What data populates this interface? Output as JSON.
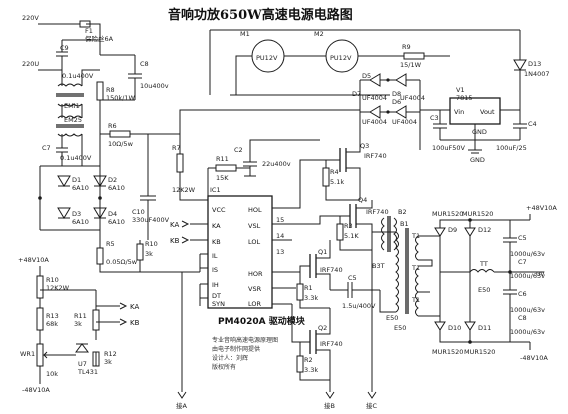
{
  "title": "音响功放650W高速电源电路图",
  "module_label": "PM4020A 驱动模块",
  "ic_label": "IC1",
  "ic_pins_left": [
    "VCC",
    "KA",
    "KB",
    "IL",
    "IS",
    "IH",
    "DT",
    "SYN"
  ],
  "ic_pins_right": [
    "HOL",
    "VSL",
    "LOL",
    "HOR",
    "VSR",
    "LOR"
  ],
  "pin_numbers": [
    "15",
    "14",
    "13"
  ],
  "labels": {
    "v220_top": "220V",
    "v220_mid": "220U",
    "f1": "F1",
    "f1_val": "保险丝6A",
    "c9": "C9",
    "c9_val": "0.1u400V",
    "c8": "C8",
    "c8_val": "10u400v",
    "r6": "R6",
    "r6_val": "10Ω/5w",
    "r8": "R8",
    "r8_val": "150k/1W",
    "c7": "C7",
    "c7_val": "0.1u400V",
    "emi1": "EMI1",
    "emi2": "EM25",
    "d1": "D1",
    "d1_val": "6A10",
    "d2": "D2",
    "d2_val": "6A10",
    "d3": "D3",
    "d3_val": "6A10",
    "d4": "D4",
    "d4_val": "6A10",
    "c10": "C10",
    "c10_val": "330uF400V",
    "r5": "R5",
    "r5_val": "0.05Ω/5w",
    "r10": "R10",
    "r10_val": "3k",
    "r7": "R7",
    "r7_val": "12K2W",
    "r11": "R11",
    "r11_val": "15K",
    "c2": "C2",
    "c2_val": "22u400v",
    "ka": "KA",
    "kb": "KB",
    "ka2": "KA",
    "kb2": "KB",
    "v48_left": "+48V10A",
    "r10b": "R10",
    "r10b_val": "12K2W",
    "r13": "R13",
    "r13_val": "68k",
    "r11b": "R11",
    "r11b_val": "3k",
    "r12": "R12",
    "r12_val": "3k",
    "wr1": "WR1",
    "wr1_val": "10k",
    "u7": "U7",
    "u7_val": "TL431",
    "v48_left_bot": "-48V10A",
    "m1": "M1",
    "m1_val": "PU12V",
    "m2": "M2",
    "m2_val": "PU12V",
    "r9": "R9",
    "r9_val": "15/1W",
    "d13": "D13",
    "d13_val": "1N4007",
    "d5": "D5",
    "d5_val": "UF4004",
    "d6": "D6",
    "d6_val": "UF4004",
    "d7": "D7",
    "d7_val": "UF4004",
    "d8": "D8",
    "d8_val": "UF4004",
    "v1": "V1",
    "v1_val": "7815",
    "vin": "Vin",
    "vout": "Vout",
    "gnd_reg": "GND",
    "c3": "C3",
    "c3_val": "100uF50V",
    "c4": "C4",
    "c4_val": "100uF/25",
    "gnd1": "GND",
    "q1": "Q1",
    "q1_val": "IRF740",
    "q2": "Q2",
    "q2_val": "IRF740",
    "q3": "Q3",
    "q3_val": "IRF740",
    "q4": "Q4",
    "q4_val": "IRF740",
    "r4": "R4",
    "r4_val": "5.1k",
    "r3": "R3",
    "r3_val": "5.1K",
    "r1": "R1",
    "r1_val": "3.3k",
    "r2": "R2",
    "r2_val": "3.3k",
    "c5": "C5",
    "c5_val": "1.5u/400V",
    "b2": "B2",
    "b1": "B1",
    "b3t": "B3T",
    "e50": "E50",
    "e50b": "E50",
    "t1": "T1",
    "t2": "T1",
    "t3": "T1",
    "mur1": "MUR1520",
    "mur2": "MUR1520",
    "mur3": "MUR1520",
    "mur4": "MUR1520",
    "d9": "D9",
    "d10": "D10",
    "d11": "D11",
    "d12": "D12",
    "v48_right_top": "+48V10A",
    "v48_right_bot": "-48V10A",
    "ov": "0V",
    "c5r": "C5",
    "c5r_val": "1000u/63v",
    "c6r": "C6",
    "c6r_val": "1000u/63v",
    "c7r": "C7",
    "c7r_val": "1000u/63v",
    "c8r": "C8",
    "c8r_val": "1000u/63v",
    "tt": "TT",
    "e50r": "E50",
    "out_a": "接A",
    "out_b": "接B",
    "out_c": "接C"
  },
  "note_lines": [
    "专业音响高速电源原理图",
    "由电子制作网提供",
    "设计人：刘辉",
    "版权所有"
  ],
  "colors": {
    "wire": "#1c1c1c",
    "background": "#ffffff"
  }
}
